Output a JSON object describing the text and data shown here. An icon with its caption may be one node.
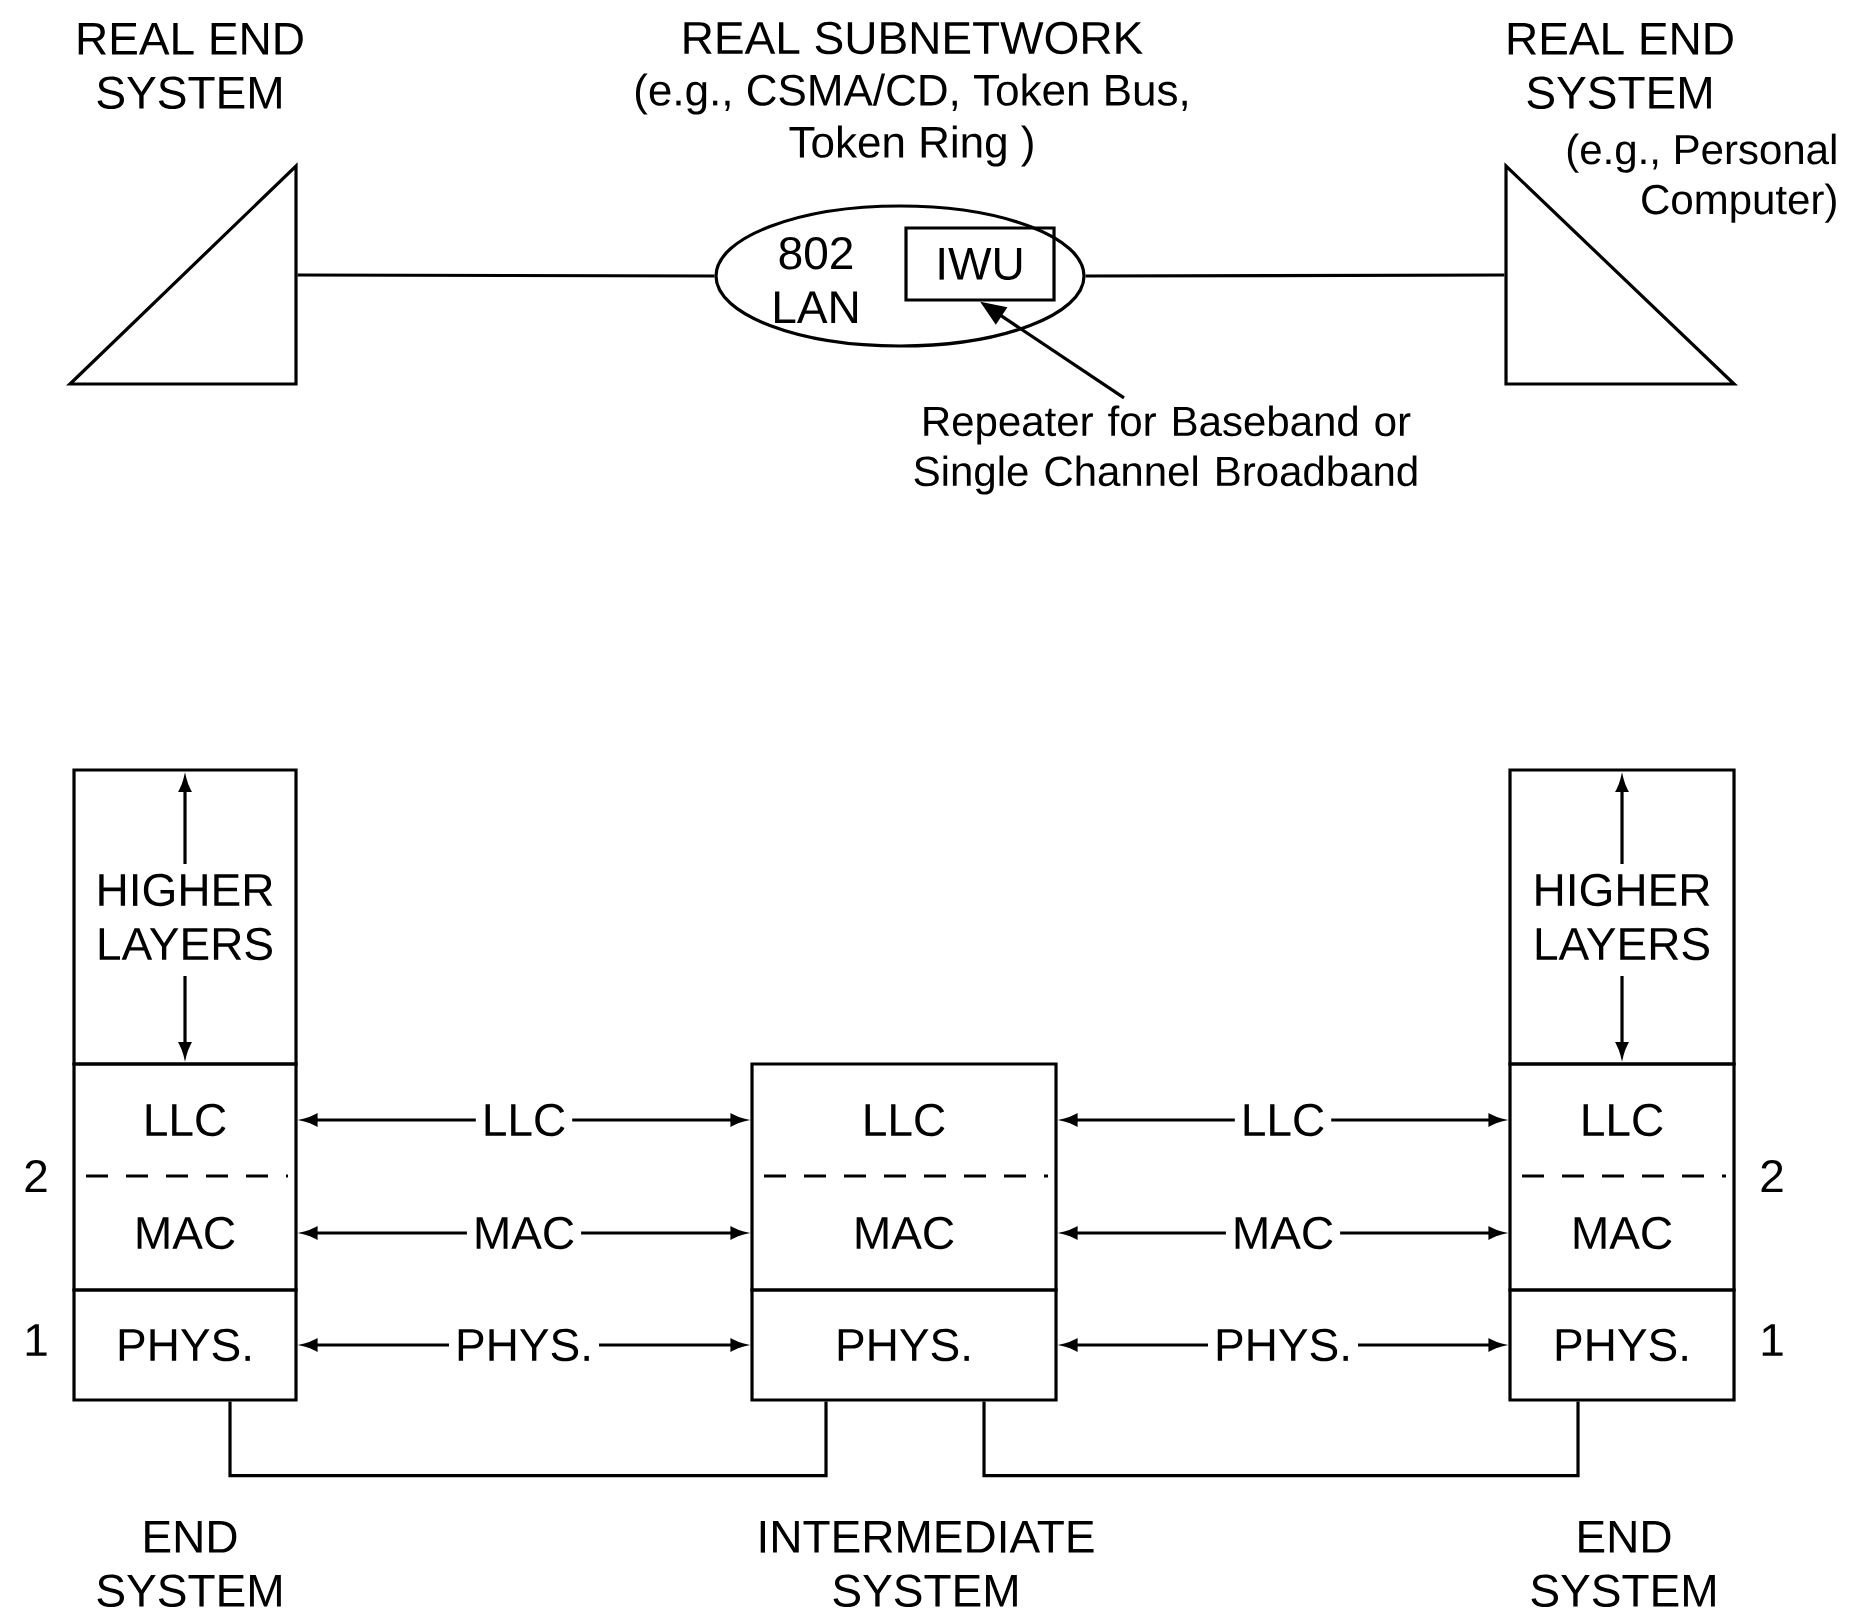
{
  "diagram": {
    "nodes": [
      {
        "text": [
          "REAL END SYSTEM"
        ]
      },
      {
        "text": [
          "REAL SUBNETWORK",
          "(e.g., CSMA/CD, Token Bus, Token Ring )",
          "802 LAN"
        ]
      },
      {
        "text": [
          "IWU"
        ],
        "in": 1
      },
      {
        "text": [
          "REAL END SYSTEM",
          "(e.g., Personal Computer)"
        ]
      },
      {
        "text": [
          "Repeater for Baseband or Single Channel Broadband"
        ]
      },
      {
        "text": [
          "HIGHER LAYERS"
        ]
      },
      {
        "text": [
          "LLC"
        ]
      },
      {
        "text": [
          "MAC"
        ]
      },
      {
        "text": [
          "PHYS."
        ]
      },
      {
        "text": [
          "LLC"
        ]
      },
      {
        "text": [
          "MAC"
        ]
      },
      {
        "text": [
          "PHYS."
        ]
      },
      {
        "text": [
          "HIGHER LAYERS"
        ]
      },
      {
        "text": [
          "LLC"
        ]
      },
      {
        "text": [
          "MAC"
        ]
      },
      {
        "text": [
          "PHYS."
        ]
      }
    ],
    "edges": [
      {
        "from": 0,
        "to": 1,
        "arrow": "none"
      },
      {
        "from": 1,
        "to": 3,
        "arrow": "none"
      },
      {
        "from": 4,
        "to": 2,
        "arrow": "to"
      },
      {
        "from": 6,
        "to": 9,
        "arrow": "both",
        "label": "LLC"
      },
      {
        "from": 7,
        "to": 10,
        "arrow": "both",
        "label": "MAC"
      },
      {
        "from": 8,
        "to": 11,
        "arrow": "both",
        "label": "PHYS."
      },
      {
        "from": 9,
        "to": 13,
        "arrow": "both",
        "label": "LLC"
      },
      {
        "from": 10,
        "to": 14,
        "arrow": "both",
        "label": "MAC"
      },
      {
        "from": 11,
        "to": 15,
        "arrow": "both",
        "label": "PHYS."
      },
      {
        "from": 8,
        "to": 11,
        "arrow": "none"
      },
      {
        "from": 11,
        "to": 15,
        "arrow": "none"
      }
    ],
    "labels": [
      "2",
      "1",
      "2",
      "1",
      "END SYSTEM",
      "INTERMEDIATE SYSTEM",
      "END SYSTEM"
    ]
  }
}
